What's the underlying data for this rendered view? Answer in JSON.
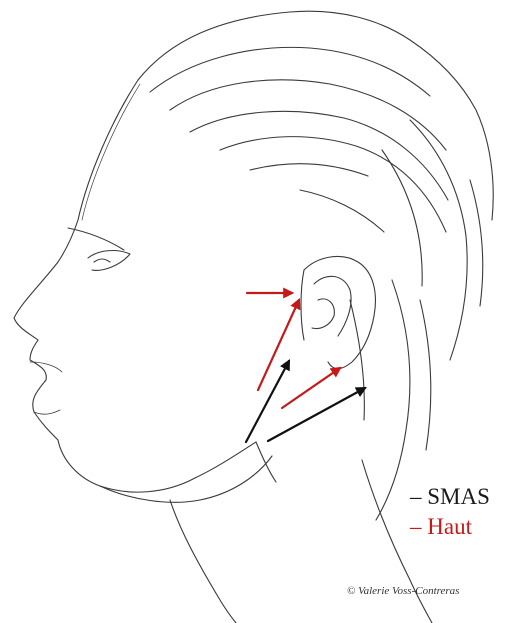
{
  "legend": {
    "smas": {
      "label": "– SMAS",
      "color": "#1a1a1a"
    },
    "haut": {
      "label": "– Haut",
      "color": "#c41a1a"
    }
  },
  "credit": "© Valerie Voss-Contreras",
  "arrow_colors": {
    "smas": "#111111",
    "haut": "#c41a1a"
  }
}
